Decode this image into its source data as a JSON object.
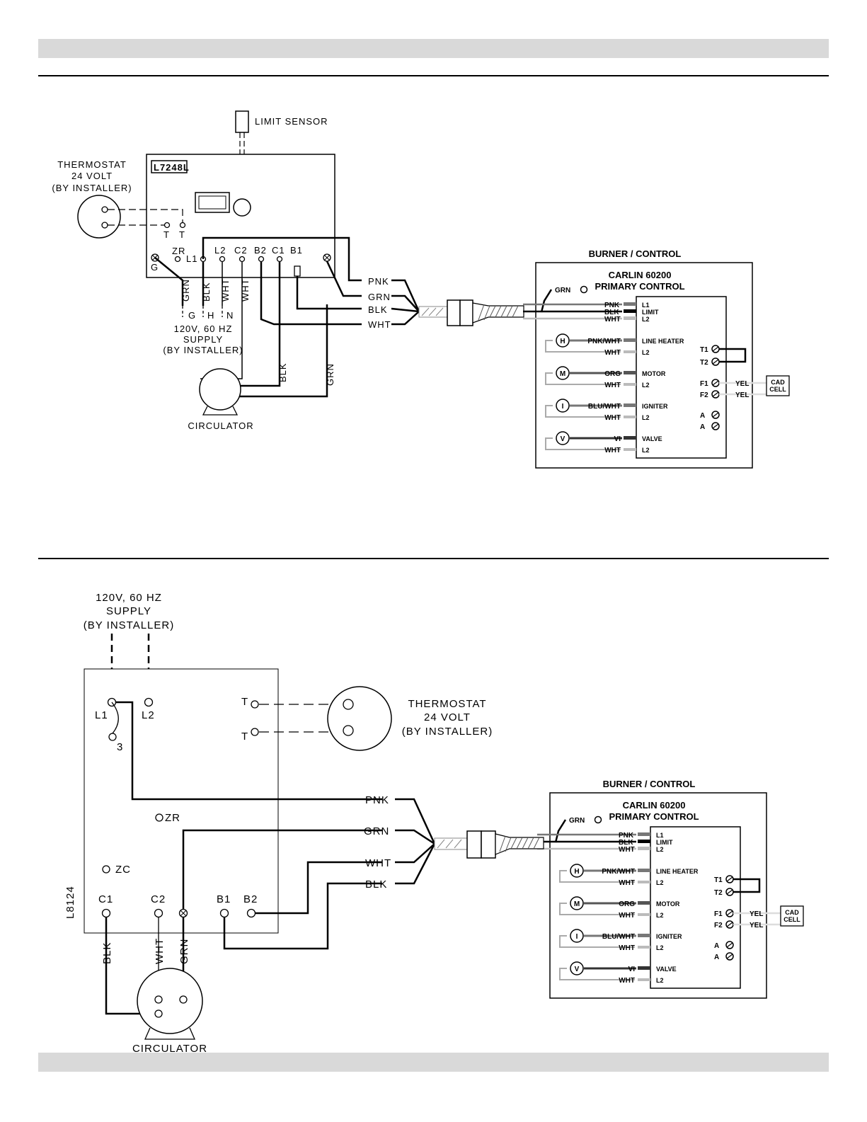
{
  "top_diagram": {
    "limit_sensor": "LIMIT SENSOR",
    "control_model": "L7248L",
    "thermostat": [
      "THERMOSTAT",
      "24 VOLT",
      "(BY INSTALLER)"
    ],
    "term_t": "T",
    "terminals": [
      "ZR",
      "L1",
      "L2",
      "C2",
      "B2",
      "C1",
      "B1"
    ],
    "ground": "G",
    "wires_vertical": [
      "GRN",
      "BLK",
      "WHT",
      "WHT"
    ],
    "supply_letters": [
      "G",
      "H",
      "N"
    ],
    "supply": [
      "120V, 60 HZ",
      "SUPPLY",
      "(BY INSTALLER)"
    ],
    "harness": [
      "PNK",
      "GRN",
      "BLK",
      "WHT"
    ],
    "circ_wires": [
      "BLK",
      "GRN"
    ],
    "circulator": "CIRCULATOR"
  },
  "bottom_diagram": {
    "supply": [
      "120V, 60 HZ",
      "SUPPLY",
      "(BY INSTALLER)"
    ],
    "control_model": "L8124",
    "terminals": {
      "l1": "L1",
      "l2": "L2",
      "three": "3",
      "zr": "ZR",
      "zc": "ZC",
      "c1": "C1",
      "c2": "C2",
      "b1": "B1",
      "b2": "B2",
      "t": "T"
    },
    "thermostat": [
      "THERMOSTAT",
      "24 VOLT",
      "(BY INSTALLER)"
    ],
    "harness": [
      "PNK",
      "GRN",
      "WHT",
      "BLK"
    ],
    "circ_wires": [
      "BLK",
      "WHT",
      "GRN"
    ],
    "circulator": "CIRCULATOR"
  },
  "burner_control": {
    "title": "BURNER / CONTROL",
    "name": [
      "CARLIN 60200",
      "PRIMARY CONTROL"
    ],
    "grn": "GRN",
    "rows": [
      {
        "wire": "PNK",
        "term": "L1"
      },
      {
        "wire": "BLK",
        "term": "LIMIT"
      },
      {
        "wire": "WHT",
        "term": "L2"
      }
    ],
    "devices": [
      {
        "icon": "H",
        "wire": "PNK/WHT",
        "term": "LINE HEATER",
        "ret": "WHT",
        "ret_term": "L2"
      },
      {
        "icon": "M",
        "wire": "ORG",
        "term": "MOTOR",
        "ret": "WHT",
        "ret_term": "L2"
      },
      {
        "icon": "I",
        "wire": "BLU/WHT",
        "term": "IGNITER",
        "ret": "WHT",
        "ret_term": "L2"
      },
      {
        "icon": "V",
        "wire": "VI",
        "term": "VALVE",
        "ret": "WHT",
        "ret_term": "L2"
      }
    ],
    "right_terms": [
      "T1",
      "T2",
      "F1",
      "F2",
      "A",
      "A"
    ],
    "yel": "YEL",
    "cad_cell": [
      "CAD",
      "CELL"
    ]
  }
}
